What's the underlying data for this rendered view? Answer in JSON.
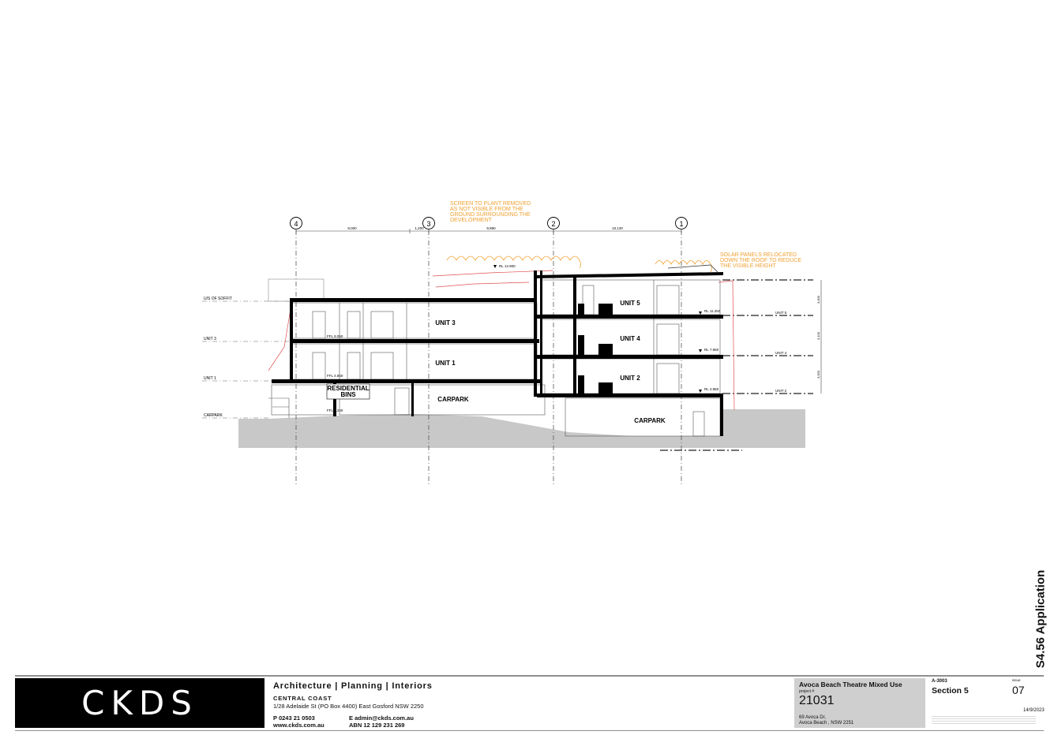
{
  "grid_axes": [
    {
      "label": "4"
    },
    {
      "label": "3"
    },
    {
      "label": "2"
    },
    {
      "label": "1"
    }
  ],
  "grid_dimensions": [
    "9,000",
    "1,200",
    "9,890",
    "10,130"
  ],
  "level_labels": {
    "soffit": "U/S OF SOFFIT",
    "unit3": "UNIT 3",
    "unit1": "UNIT 1",
    "carpark": "CARPARK"
  },
  "level_labels_right": {
    "unit5": "UNIT 5",
    "unit4": "UNIT 4",
    "unit2": "UNIT 2"
  },
  "rooms": {
    "unit3": "UNIT 3",
    "unit1": "UNIT 1",
    "unit5": "UNIT 5",
    "unit4": "UNIT 4",
    "unit2": "UNIT 2",
    "bins1": "RESIDENTIAL",
    "bins2": "BINS",
    "carpark_left": "CARPARK",
    "carpark_right": "CARPARK"
  },
  "rl_tags": {
    "top": "RL 14.900",
    "u5": "RL 11.250",
    "u4": "RL 7.950",
    "u2": "RL 4.850"
  },
  "ffl_tags": {
    "f1": "FFL 8.050",
    "f2": "FFL 4.850",
    "f3": "FFL 1.200"
  },
  "right_dims": [
    "3,000",
    "3,100",
    "3,000"
  ],
  "annotations": {
    "screen": [
      "SCREEN TO PLANT REMOVED",
      "AS NOT VISIBLE FROM THE",
      "GROUND SURROUNDING THE",
      "DEVELOPMENT"
    ],
    "solar": [
      "SOLAR PANELS RELOCATED",
      "DOWN THE ROOF TO REDUCE",
      "THE VISIBLE HEIGHT"
    ]
  },
  "stamp": "S4.56 Application",
  "firm": {
    "logo": "CKDS",
    "disciplines": "Architecture | Planning | Interiors",
    "office": "CENTRAL COAST",
    "address": "1/28 Adelaide St (PO Box 4400) East Gosford NSW 2250",
    "phone": "P  0243 21 0503",
    "web": "www.ckds.com.au",
    "email": "E  admin@ckds.com.au",
    "abn": "ABN 12 129 231 269"
  },
  "project": {
    "title": "Avoca Beach Theatre Mixed Use",
    "number_label": "project #",
    "number": "21031",
    "address1": "69 Avoca Dr,",
    "address2": "Avoca Beach , NSW  2251"
  },
  "sheet": {
    "drawing_no": "A-3003",
    "title": "Section 5",
    "issue_label": "issue",
    "issue": "07",
    "date": "14/9/2023"
  },
  "colors": {
    "annotation": "#f0a030",
    "redline": "#e05050",
    "ground": "#c8c8c8",
    "structure": "#000000"
  }
}
